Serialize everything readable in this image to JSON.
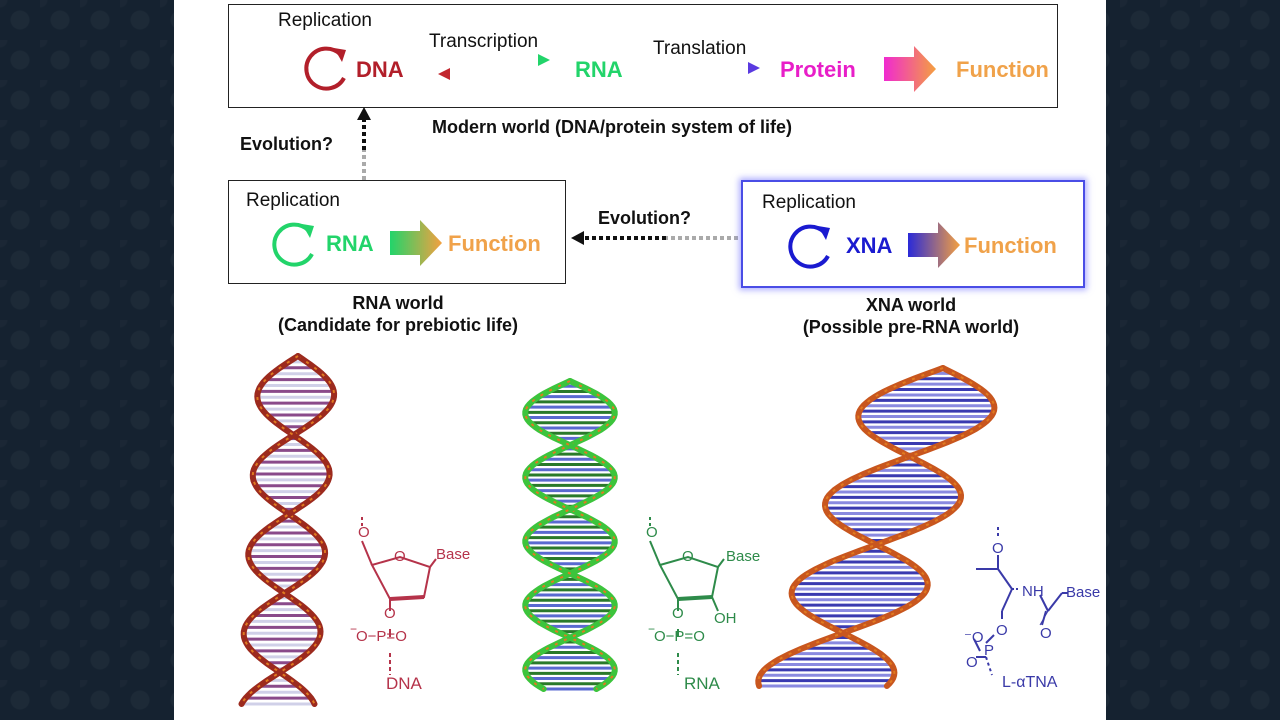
{
  "modern": {
    "replication": "Replication",
    "dna": "DNA",
    "transcription": "Transcription",
    "rna": "RNA",
    "translation": "Translation",
    "protein": "Protein",
    "function": "Function",
    "caption": "Modern world (DNA/protein system of life)"
  },
  "evolution_vertical": "Evolution?",
  "rna_world": {
    "replication": "Replication",
    "rna": "RNA",
    "function": "Function",
    "caption_line1": "RNA world",
    "caption_line2": "(Candidate for prebiotic life)"
  },
  "evolution_horizontal": "Evolution?",
  "xna_world": {
    "replication": "Replication",
    "xna": "XNA",
    "function": "Function",
    "caption_line1": "XNA world",
    "caption_line2": "(Possible pre-RNA world)"
  },
  "structures": {
    "dna": {
      "base": "Base",
      "phosphate": "O−P=O",
      "o_minus": "−",
      "label": "DNA",
      "color": "#b5334a"
    },
    "rna": {
      "base": "Base",
      "oh": "OH",
      "phosphate": "O−P=O",
      "o_minus": "−",
      "label": "RNA",
      "color": "#2e8b4a"
    },
    "tna": {
      "base": "Base",
      "nh": "NH",
      "o_bottom": "O",
      "label": "L-αTNA",
      "color": "#3a3aa8"
    }
  },
  "colors": {
    "dna": "#b21f2a",
    "rna": "#22d46a",
    "protein": "#e81ec8",
    "function": "#f0a24a",
    "xna": "#1a1ad0",
    "xna_border": "#4a4de6"
  }
}
